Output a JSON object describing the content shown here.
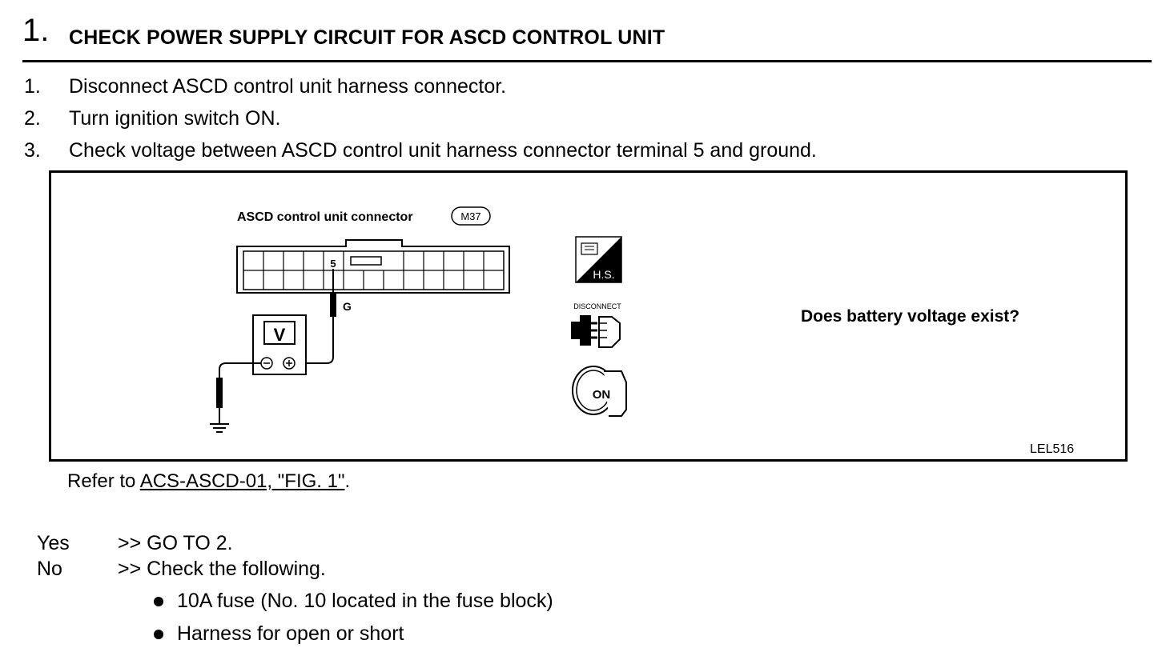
{
  "step": {
    "number": "1.",
    "title": "CHECK POWER SUPPLY CIRCUIT FOR ASCD CONTROL UNIT"
  },
  "instructions": [
    {
      "num": "1.",
      "text": "Disconnect ASCD control unit harness connector."
    },
    {
      "num": "2.",
      "text": "Turn ignition switch ON."
    },
    {
      "num": "3.",
      "text": "Check voltage between ASCD control unit harness connector terminal 5 and ground."
    }
  ],
  "diagram": {
    "connector_label": "ASCD control unit connector",
    "connector_code": "M37",
    "terminal_number": "5",
    "wire_color": "G",
    "meter_label": "V",
    "hs_icon_text": "H.S.",
    "disconnect_label": "DISCONNECT",
    "ignition_text": "ON",
    "question": "Does battery voltage exist?",
    "figure_id": "LEL516"
  },
  "reference": {
    "prefix": "Refer to ",
    "link_text": "ACS-ASCD-01, \"FIG. 1\"",
    "suffix": "."
  },
  "results": [
    {
      "label": "Yes",
      "action": ">> GO TO 2."
    },
    {
      "label": "No",
      "action": ">> Check the following."
    }
  ],
  "checks": [
    "10A fuse (No. 10 located in the fuse block)",
    "Harness for open or short"
  ]
}
